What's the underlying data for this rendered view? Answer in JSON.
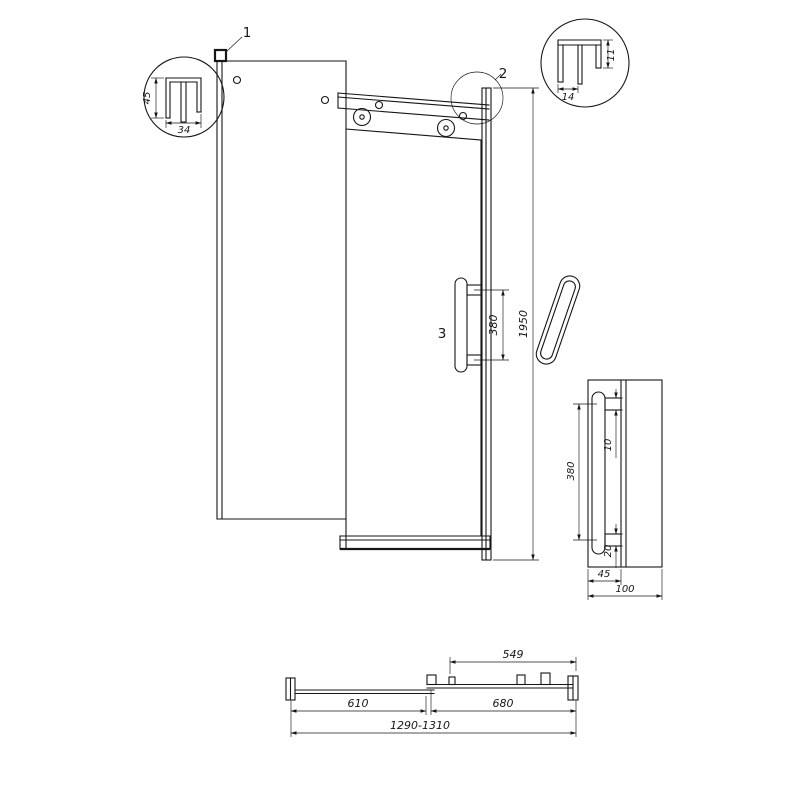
{
  "callouts": {
    "one": "1",
    "two": "2",
    "three": "3"
  },
  "elevation": {
    "overall_height": "1950",
    "handle_spacing": "380"
  },
  "detail1": {
    "height": "45",
    "width": "34"
  },
  "detail2": {
    "width": "14",
    "depth": "11"
  },
  "handle_detail": {
    "hole_spacing": "380",
    "post_diameter": "10",
    "end_clearance": "20",
    "mount_depth": "45",
    "overall_depth": "100"
  },
  "plan": {
    "glass_width": "549",
    "fixed_panel_width": "610",
    "door_panel_width": "680",
    "overall_width": "1290-1310"
  }
}
